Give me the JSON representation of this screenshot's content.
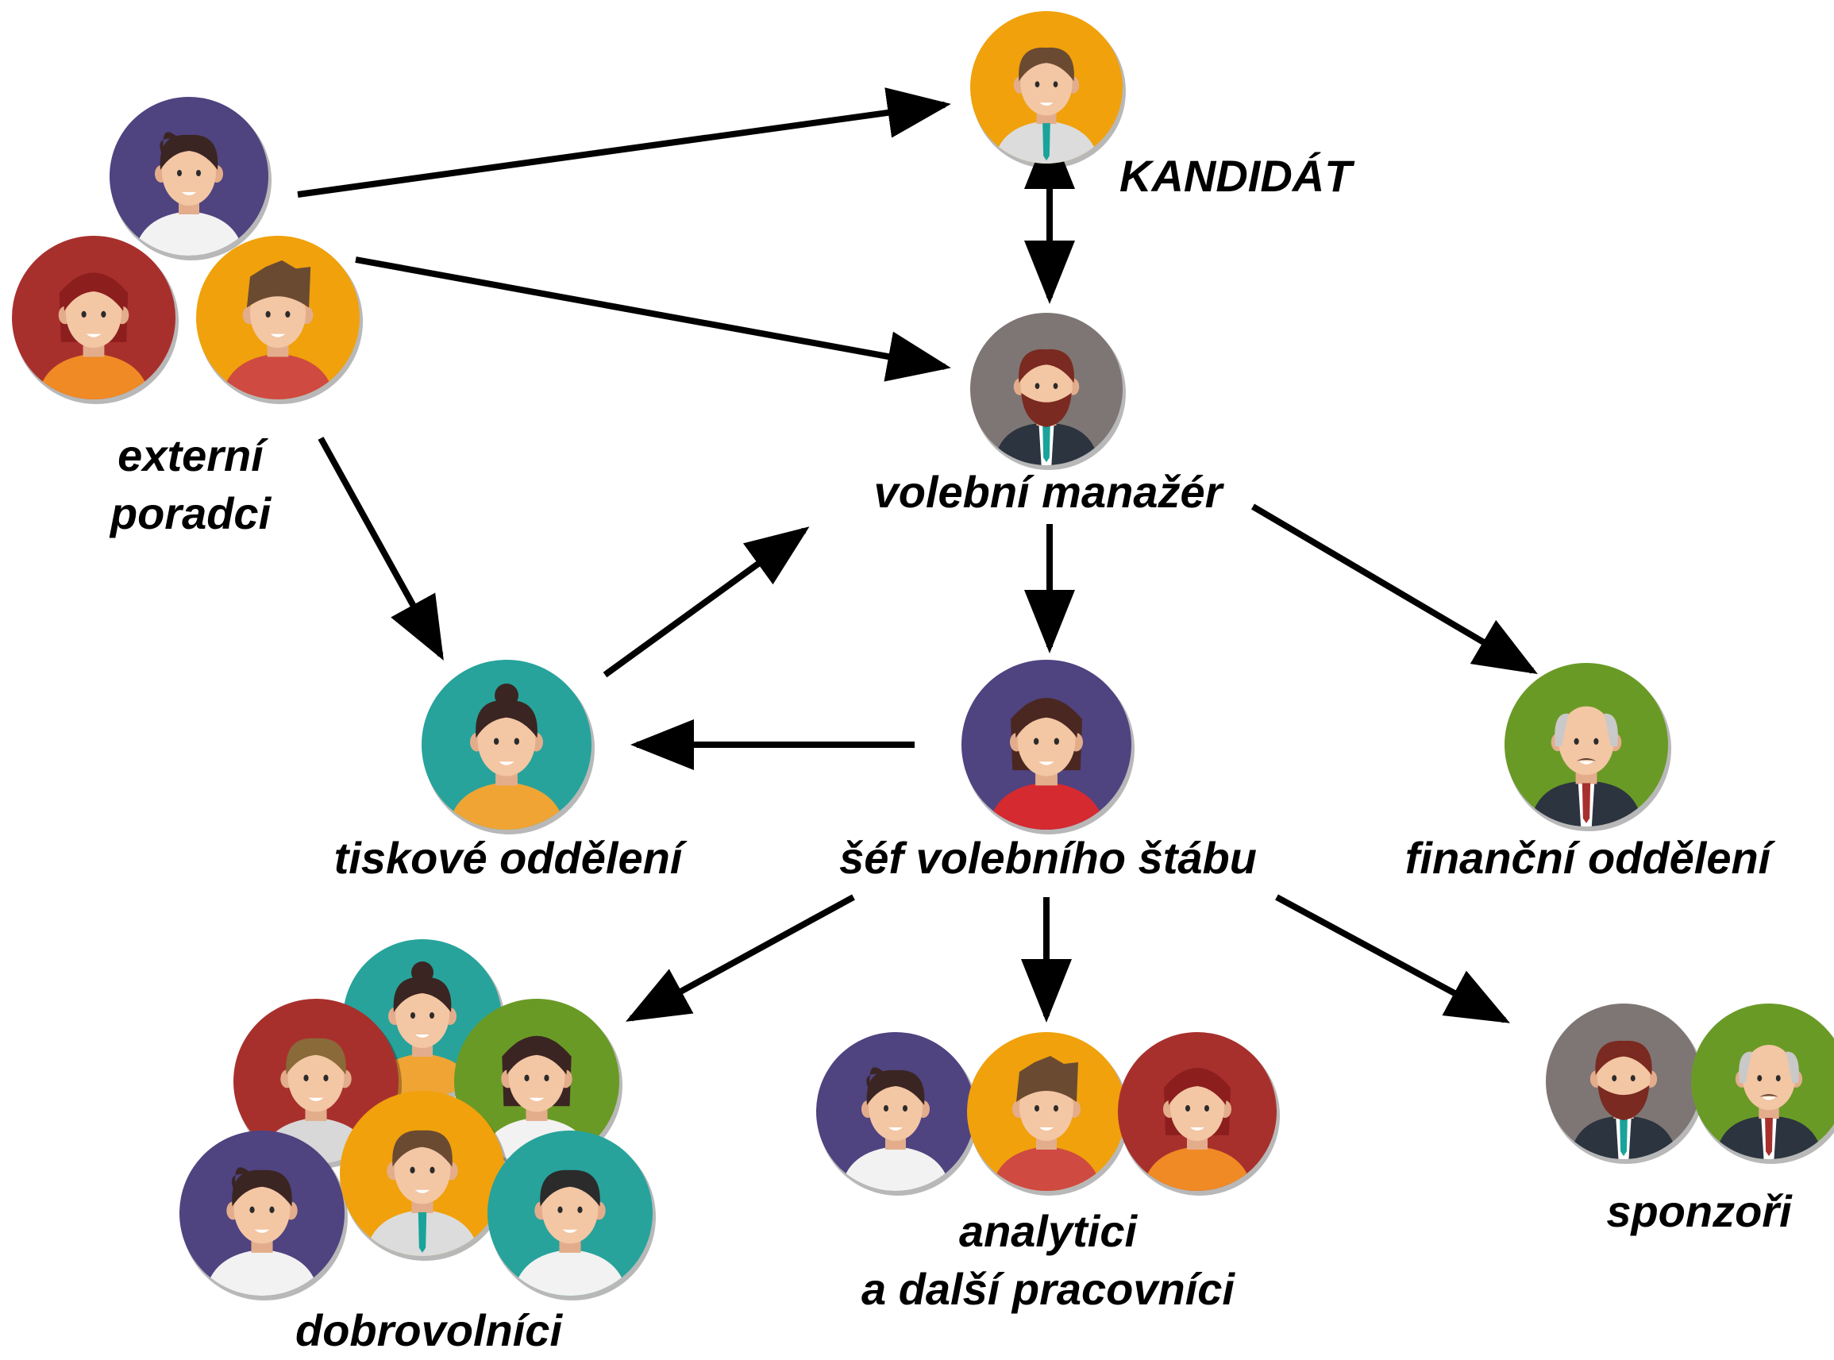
{
  "colors": {
    "purple": "#4f4380",
    "red": "#a8302c",
    "orange": "#f0a10c",
    "teal": "#27a39b",
    "grey": "#7e7674",
    "green": "#6a9a26",
    "skin": "#f3c6a4",
    "skin_shadow": "#e3ad8c",
    "arrow": "#000000"
  },
  "labels": {
    "kandidat": "KANDIDÁT",
    "externi_line1": "externí",
    "externi_line2": "poradci",
    "volebni_manazer": "volební manažér",
    "tiskove_oddeleni": "tiskové oddělení",
    "sef_staba": "šéf volebního štábu",
    "financni_oddeleni": "finanční oddělení",
    "dobrovolnici": "dobrovolníci",
    "analytici_line1": "analytici",
    "analytici_line2": "a další pracovníci",
    "sponzori": "sponzoři"
  }
}
